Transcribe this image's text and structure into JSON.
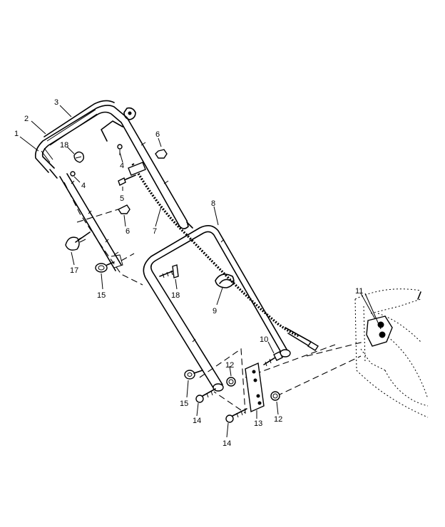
{
  "callouts": {
    "c1": "1",
    "c2": "2",
    "c3": "3",
    "c4a": "4",
    "c4b": "4",
    "c5": "5",
    "c6a": "6",
    "c6b": "6",
    "c7": "7",
    "c8": "8",
    "c9": "9",
    "c10": "10",
    "c11": "11",
    "c12a": "12",
    "c12b": "12",
    "c13": "13",
    "c14a": "14",
    "c14b": "14",
    "c15a": "15",
    "c15b": "15",
    "c17": "17",
    "c18a": "18",
    "c18b": "18"
  }
}
